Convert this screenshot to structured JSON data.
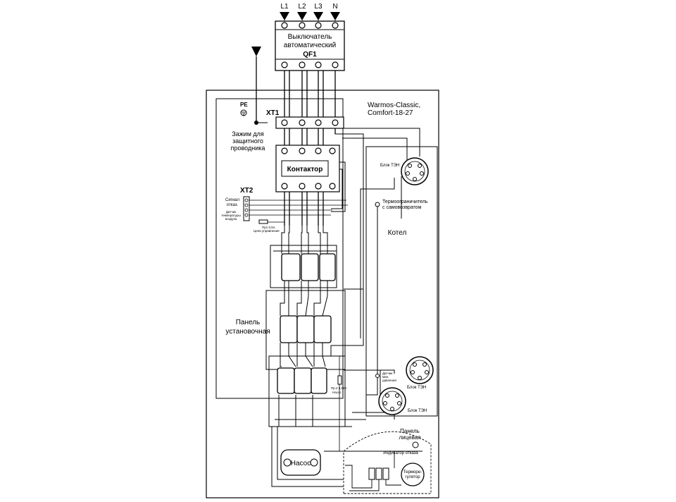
{
  "terminals": {
    "l1": "L1",
    "l2": "L2",
    "l3": "L3",
    "n": "N"
  },
  "breaker": {
    "line1": "Выключатель",
    "line2": "автоматический",
    "tag": "QF1"
  },
  "model": {
    "line1": "Warmos-Classic,",
    "line2": "Comfort-18-27"
  },
  "pe": {
    "label": "PE"
  },
  "xt1": {
    "label": "XT1"
  },
  "ground_clamp": {
    "line1": "Зажим для",
    "line2": "защитного",
    "line3": "проводника"
  },
  "contactor": {
    "label": "Контактор"
  },
  "xt2": {
    "label": "XT2",
    "signal_l1": "Сигнал",
    "signal_l2": "отказ.",
    "sensor_l1": "Датчик",
    "sensor_l2": "температуры",
    "sensor_l3": "воздуха"
  },
  "fuse_control": {
    "line1": "Пр1 0,5А",
    "line2": "Цепи управления"
  },
  "heater_block": {
    "top": "Блок ТЭН",
    "mid": "Блок ТЭН",
    "bottom": "Блок ТЭН"
  },
  "thermo_limiter": {
    "line1": "Термоограничитель",
    "line2": "с самовозвратом"
  },
  "boiler": {
    "label": "Котел"
  },
  "install_panel": {
    "line1": "Панель",
    "line2": "установочная"
  },
  "pressure_sensor": {
    "line1": "Датчик",
    "line2": "мин.",
    "line3": "давления"
  },
  "fuse_pump": {
    "line1": "Пр.2 3,15А",
    "line2": "Насос"
  },
  "front_panel": {
    "line1": "Панель",
    "line2": "лицевая",
    "fault_indicator": "Индикатор отказа"
  },
  "pump": {
    "label": "Насос"
  },
  "thermostat": {
    "line1": "Терморе-",
    "line2": "гулятор"
  }
}
